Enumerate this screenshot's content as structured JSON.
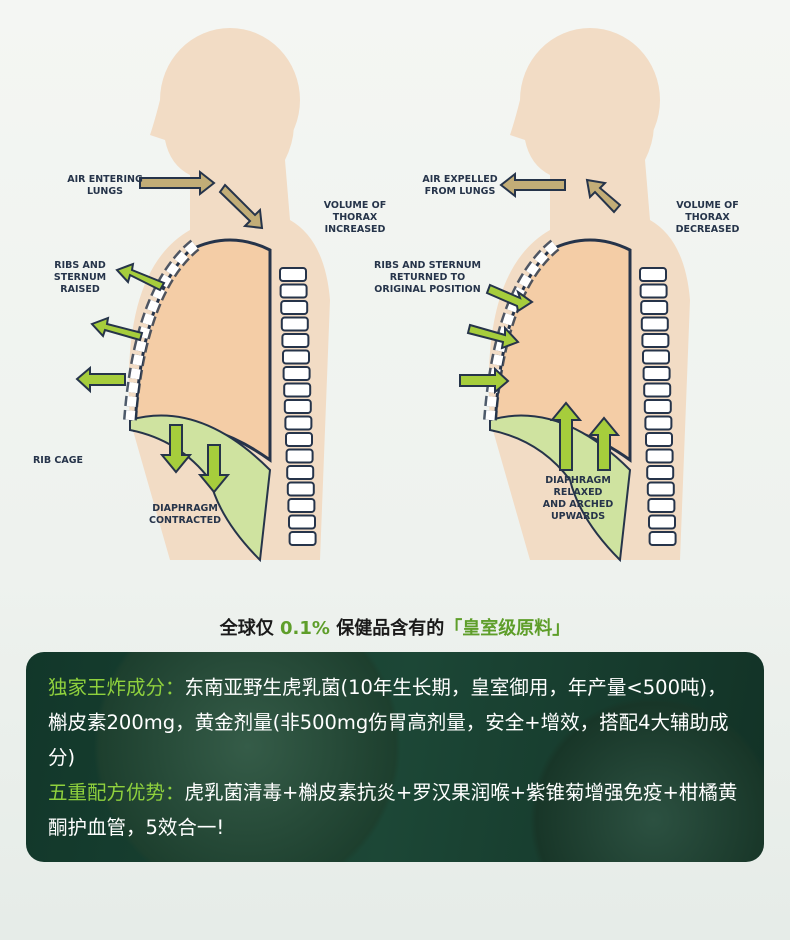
{
  "left_diagram": {
    "labels": {
      "air": "AIR ENTERING\nLUNGS",
      "volume": "VOLUME OF\nTHORAX\nINCREASED",
      "ribs": "RIBS AND\nSTERNUM\nRAISED",
      "ribcage": "RIB CAGE",
      "diaphragm": "DIAPHRAGM\nCONTRACTED"
    }
  },
  "right_diagram": {
    "labels": {
      "air": "AIR EXPELLED\nFROM LUNGS",
      "volume": "VOLUME OF\nTHORAX\nDECREASED",
      "ribs": "RIBS AND STERNUM\nRETURNED TO\nORIGINAL POSITION",
      "diaphragm": "DIAPHRAGM\nRELAXED\nAND ARCHED\nUPWARDS"
    }
  },
  "headline": {
    "pre": "全球仅 ",
    "highlight": "0.1%",
    "mid": " 保健品含有的",
    "tag": "「皇室级原料」"
  },
  "card": {
    "p1_key": "独家王炸成分：",
    "p1_text": "东南亚野生虎乳菌(10年生长期，皇室御用，年产量<500吨)，槲皮素200mg，黄金剂量(非500mg伤胃高剂量，安全+增效，搭配4大辅助成分)",
    "p2_key": "五重配方优势：",
    "p2_text": "虎乳菌清毒+槲皮素抗炎+罗汉果润喉+紫锥菊增强免疫+柑橘黄酮护血管，5效合一!"
  },
  "colors": {
    "green_arrow": "#a6cd3c",
    "tan_arrow": "#c2ad77",
    "skin": "#f2dcc5",
    "lung": "#f4cda6",
    "accent": "#5e9e2a"
  }
}
